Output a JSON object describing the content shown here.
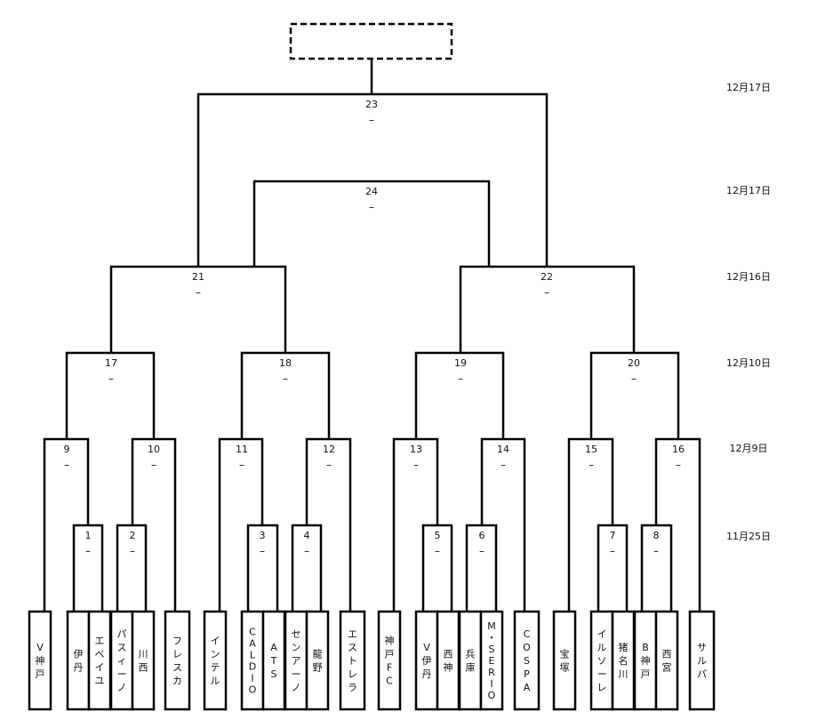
{
  "teams": [
    "V神戸",
    "伊丹",
    "エベイユ",
    "パスィーノ",
    "川西",
    "フレスカ",
    "インテル",
    "CALDIO",
    "ATS",
    "センアーノ",
    "龍野",
    "エストレラ",
    "神戸FC",
    "V伊丹",
    "西神",
    "兵庫",
    "M・SERIO",
    "COSPA",
    "宝塚",
    "イルソーレ",
    "猪名川",
    "B神戸",
    "西宮",
    "サルパ"
  ],
  "matches": [
    {
      "no": "1",
      "score": "–"
    },
    {
      "no": "2",
      "score": "–"
    },
    {
      "no": "3",
      "score": "–"
    },
    {
      "no": "4",
      "score": "–"
    },
    {
      "no": "5",
      "score": "–"
    },
    {
      "no": "6",
      "score": "–"
    },
    {
      "no": "7",
      "score": "–"
    },
    {
      "no": "8",
      "score": "–"
    },
    {
      "no": "9",
      "score": "–"
    },
    {
      "no": "10",
      "score": "–"
    },
    {
      "no": "11",
      "score": "–"
    },
    {
      "no": "12",
      "score": "–"
    },
    {
      "no": "13",
      "score": "–"
    },
    {
      "no": "14",
      "score": "–"
    },
    {
      "no": "15",
      "score": "–"
    },
    {
      "no": "16",
      "score": "–"
    },
    {
      "no": "17",
      "score": "–"
    },
    {
      "no": "18",
      "score": "–"
    },
    {
      "no": "19",
      "score": "–"
    },
    {
      "no": "20",
      "score": "–"
    },
    {
      "no": "21",
      "score": "–"
    },
    {
      "no": "22",
      "score": "–"
    },
    {
      "no": "23",
      "score": "–"
    },
    {
      "no": "24",
      "score": "–"
    }
  ],
  "dates": [
    "12月17日",
    "12月17日",
    "12月16日",
    "12月10日",
    "12月9日",
    "11月25日"
  ]
}
